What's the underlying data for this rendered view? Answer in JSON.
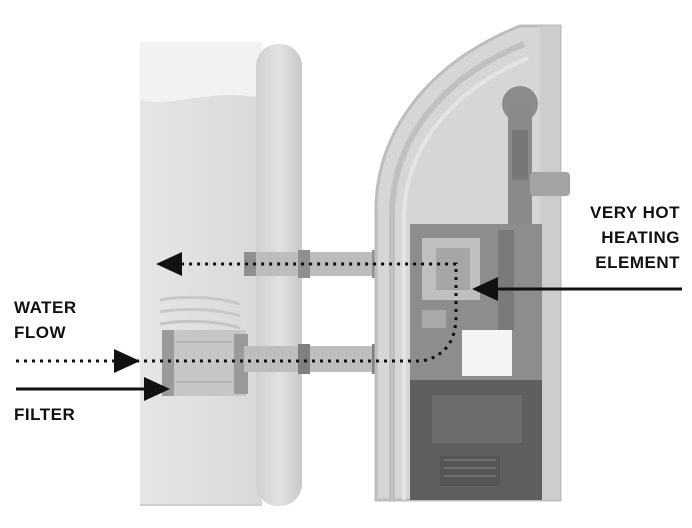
{
  "labels": {
    "heating_line1": "VERY HOT",
    "heating_line2": "HEATING",
    "heating_line3": "ELEMENT",
    "water_line1": "WATER",
    "water_line2": "FLOW",
    "filter": "FILTER"
  },
  "colors": {
    "arrow": "#111111",
    "tank": "#dedede",
    "housing": "#d4d4d4",
    "mechanism": "#8a8a8a",
    "dark_block": "#5e5e5e"
  }
}
